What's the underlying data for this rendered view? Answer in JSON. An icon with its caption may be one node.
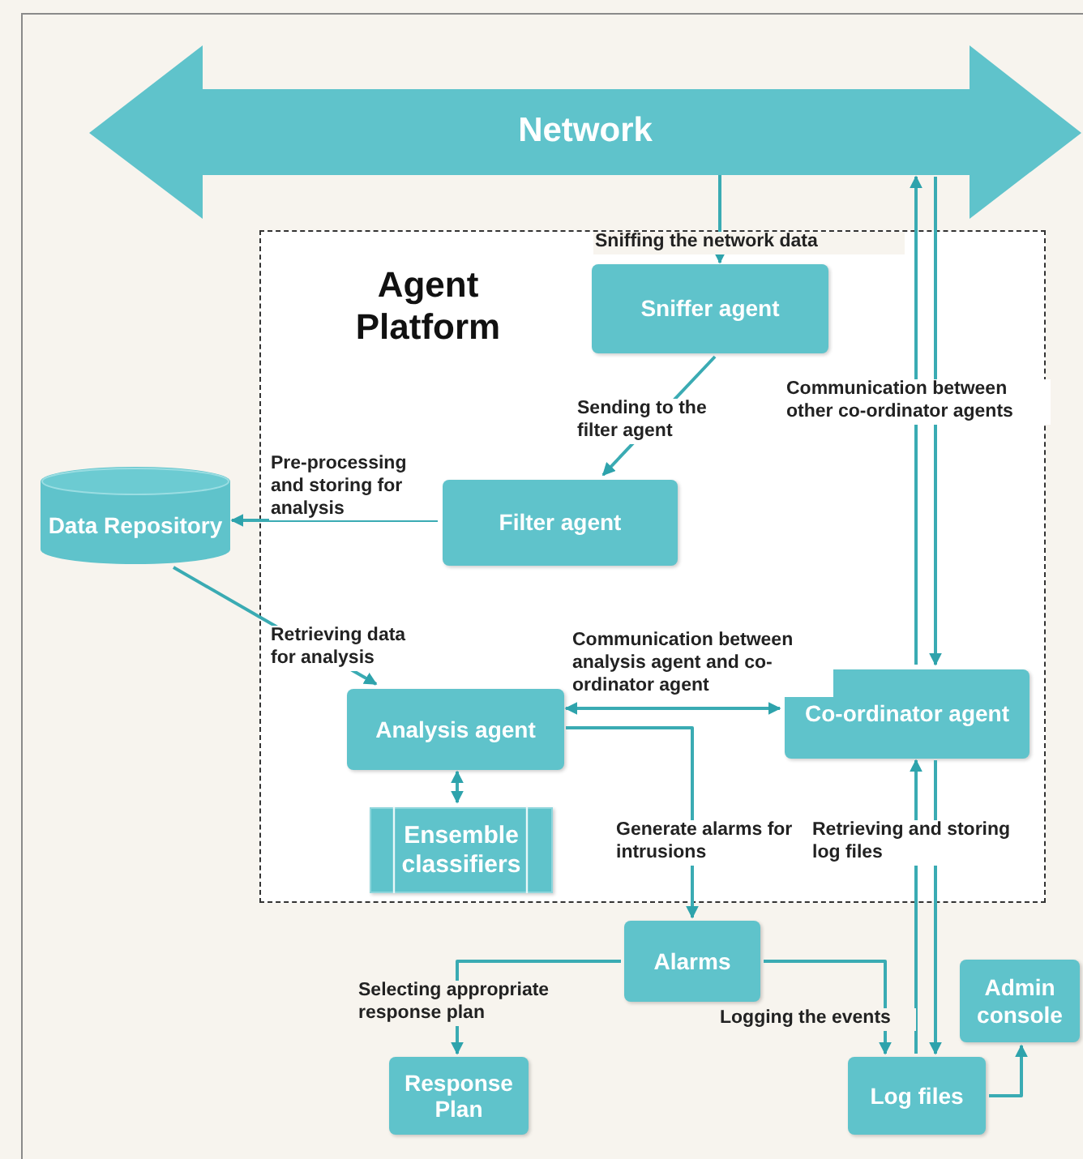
{
  "diagram": {
    "nodes": [
      {
        "text": [
          "Network"
        ]
      },
      {
        "text": [
          "Agent Platform"
        ]
      },
      {
        "text": [
          "Sniffer agent"
        ],
        "in": 1
      },
      {
        "text": [
          "Filter agent"
        ],
        "in": 1
      },
      {
        "text": [
          "Data Repository"
        ]
      },
      {
        "text": [
          "Analysis agent"
        ],
        "in": 1
      },
      {
        "text": [
          "Co-ordinator agent"
        ],
        "in": 1
      },
      {
        "text": [
          "Ensemble classifiers"
        ],
        "in": 1
      },
      {
        "text": [
          "Alarms"
        ]
      },
      {
        "text": [
          "Response Plan"
        ]
      },
      {
        "text": [
          "Admin console"
        ]
      },
      {
        "text": [
          "Log files"
        ]
      }
    ],
    "edges": [
      {
        "from": 0,
        "to": 2,
        "arrow": "to",
        "label": "Sniffing the network data"
      },
      {
        "from": 2,
        "to": 3,
        "arrow": "to",
        "label": "Sending to the filter agent"
      },
      {
        "from": 3,
        "to": 4,
        "arrow": "to",
        "label": "Pre-processing and storing for analysis"
      },
      {
        "from": 4,
        "to": 5,
        "arrow": "to",
        "label": "Retrieving data for analysis"
      },
      {
        "from": 5,
        "to": 6,
        "arrow": "both",
        "label": "Communication between analysis agent and co-ordinator agent"
      },
      {
        "from": 6,
        "to": 0,
        "arrow": "to",
        "label": "Communication between other co-ordinator agents"
      },
      {
        "from": 0,
        "to": 6,
        "arrow": "to"
      },
      {
        "from": 5,
        "to": 7,
        "arrow": "both"
      },
      {
        "from": 5,
        "to": 8,
        "arrow": "to",
        "label": "Generate alarms for intrusions"
      },
      {
        "from": 8,
        "to": 9,
        "arrow": "to",
        "label": "Selecting appropriate response plan"
      },
      {
        "from": 8,
        "to": 11,
        "arrow": "to",
        "label": "Logging the events"
      },
      {
        "from": 11,
        "to": 6,
        "arrow": "to",
        "label": "Retrieving and storing log files"
      },
      {
        "from": 6,
        "to": 11,
        "arrow": "to"
      },
      {
        "from": 11,
        "to": 10,
        "arrow": "to"
      }
    ]
  }
}
